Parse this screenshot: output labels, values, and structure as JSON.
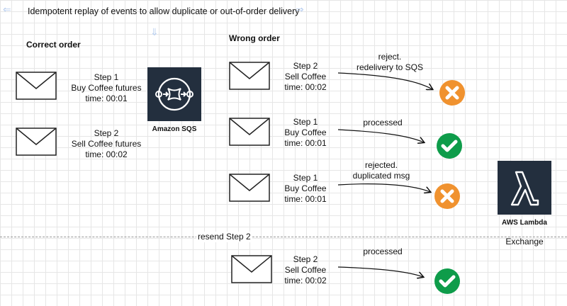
{
  "page_title": "Idempotent replay of events to allow duplicate or out-of-order delivery",
  "correct_order": {
    "heading": "Correct order",
    "messages": [
      {
        "step": "Step 1",
        "action": "Buy Coffee futures",
        "time": "time: 00:01"
      },
      {
        "step": "Step 2",
        "action": "Sell Coffee futures",
        "time": "time: 00:02"
      }
    ]
  },
  "sqs": {
    "label": "Amazon SQS",
    "icon": "amazon-sqs-icon"
  },
  "wrong_order": {
    "heading": "Wrong order",
    "messages": [
      {
        "step": "Step 2",
        "action": "Sell Coffee",
        "time": "time: 00:02",
        "note_line1": "reject.",
        "note_line2": "redelivery to SQS",
        "status": "rejected"
      },
      {
        "step": "Step 1",
        "action": "Buy Coffee",
        "time": "time: 00:01",
        "note_line1": "processed",
        "note_line2": "",
        "status": "processed"
      },
      {
        "step": "Step 1",
        "action": "Buy Coffee",
        "time": "time: 00:01",
        "note_line1": "rejected.",
        "note_line2": "duplicated msg",
        "status": "rejected"
      }
    ]
  },
  "resend": {
    "label": "resend Step 2",
    "message": {
      "step": "Step 2",
      "action": "Sell Coffee",
      "time": "time: 00:02",
      "note": "processed",
      "status": "processed"
    }
  },
  "lambda": {
    "label": "AWS Lambda",
    "caption": "Exchange",
    "icon": "aws-lambda-icon"
  },
  "colors": {
    "reject": "#f0922f",
    "processed": "#0e9c4a",
    "aws_tile": "#232f3e",
    "ghost_arrow": "#b9cff0"
  }
}
